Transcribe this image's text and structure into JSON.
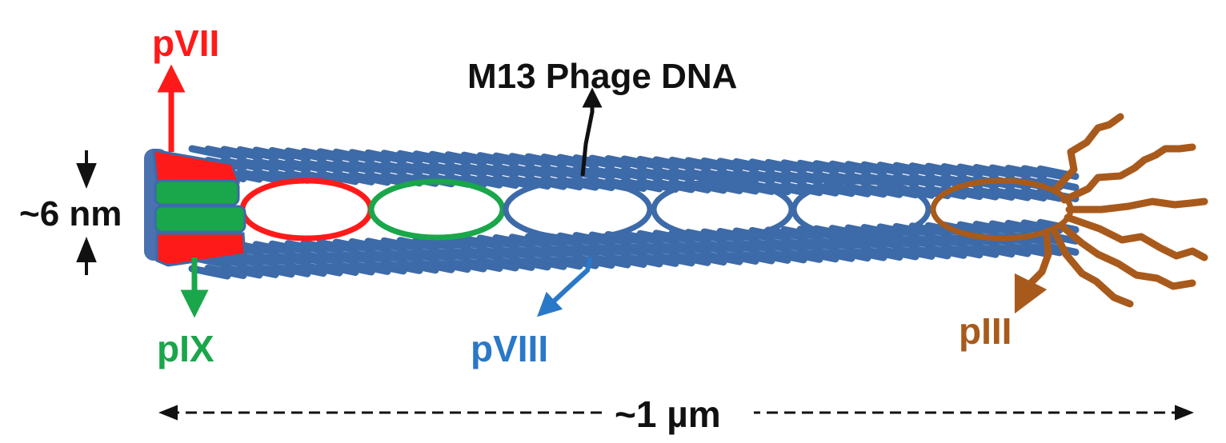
{
  "labels": {
    "pvii": "pVII",
    "pix": "pIX",
    "pviii": "pVIII",
    "piii": "pIII",
    "dna": "M13 Phage DNA",
    "width": "~6 nm",
    "length": "~1 µm"
  },
  "colors": {
    "pvii": "#ff1a1a",
    "pix": "#1aa64a",
    "pviii": "#3d6aa8",
    "pviii_label": "#2a78c8",
    "piii": "#a85a1c",
    "text": "#111111"
  },
  "icons": {
    "up_arrow": "arrow-up-icon",
    "down_arrow": "arrow-down-icon"
  }
}
